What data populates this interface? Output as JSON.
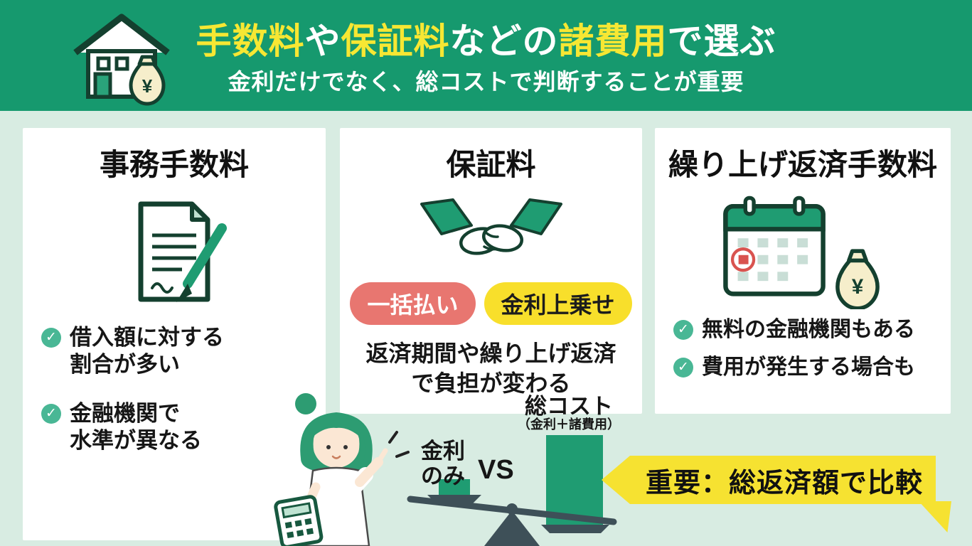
{
  "header": {
    "title_segments": [
      {
        "text": "手数料",
        "highlight": true
      },
      {
        "text": "や",
        "highlight": false
      },
      {
        "text": "保証料",
        "highlight": true
      },
      {
        "text": "などの",
        "highlight": false
      },
      {
        "text": "諸費用",
        "highlight": true
      },
      {
        "text": "で選ぶ",
        "highlight": false
      }
    ],
    "subtitle": "金利だけでなく、総コストで判断することが重要"
  },
  "icons": {
    "check": "✓",
    "yen": "¥"
  },
  "cards": [
    {
      "title": "事務手数料",
      "icon": "document-pen-icon",
      "bullets": [
        "借入額に対する\n割合が多い",
        "金融機関で\n水準が異なる"
      ]
    },
    {
      "title": "保証料",
      "icon": "handshake-icon",
      "pills": [
        {
          "label": "一括払い",
          "color": "#e87670"
        },
        {
          "label": "金利上乗せ",
          "color": "#f8df2b"
        }
      ],
      "note": "返済期間や繰り上げ返済\nで負担が変わる"
    },
    {
      "title": "繰り上げ返済手数料",
      "icon": "calendar-moneybag-icon",
      "bullets": [
        "無料の金融機関もある",
        "費用が発生する場合も"
      ]
    }
  ],
  "comparison": {
    "left_label": "金利\nのみ",
    "vs_label": "VS",
    "right_label": "総コスト",
    "right_sublabel": "（金利＋諸費用）",
    "banner_label": "重要：総返済額で比較"
  },
  "colors": {
    "header_green": "#16996e",
    "mint_background": "#d8ece2",
    "highlight_yellow": "#f7e733",
    "banner_yellow": "#f6e231",
    "pill_pink": "#e87670",
    "pill_yellow": "#f8df2b",
    "check_teal": "#49b795",
    "bar_green": "#1f9c72",
    "outline_dark": "#14402f"
  }
}
